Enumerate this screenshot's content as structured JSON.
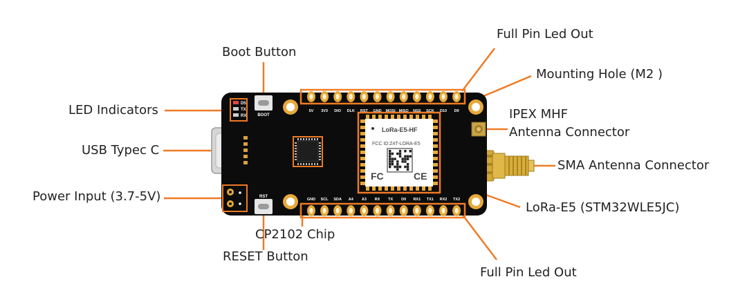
{
  "diagram": {
    "accent_color": "#f07a24",
    "board_color": "#0c0c0c",
    "labels": {
      "full_pin_top": "Full Pin Led Out",
      "boot_button": "Boot Button",
      "mounting_hole": "Mounting Hole (M2 )",
      "led_indicators": "LED Indicators",
      "ipex_line1": "IPEX MHF",
      "ipex_line2": "Antenna Connector",
      "usb_typec": "USB Typec C",
      "sma_connector": "SMA Antenna Connector",
      "power_input": "Power Input (3.7-5V)",
      "lora_module": "LoRa-E5 (STM32WLE5JC)",
      "cp2102_chip": "CP2102 Chip",
      "reset_button": "RESET Button",
      "full_pin_bottom": "Full Pin Led Out"
    },
    "board": {
      "led_labels": [
        "D5",
        "TX",
        "RX"
      ],
      "boot_silk": "BOOT",
      "rst_silk": "RST",
      "top_pins": [
        "5V",
        "3V3",
        "DIO",
        "DLK",
        "RST",
        "GND",
        "MOSI",
        "MISO",
        "NSS",
        "SCK",
        "D10",
        "D9"
      ],
      "bottom_pins": [
        "GND",
        "SCL",
        "SDA",
        "A4",
        "A3",
        "RX",
        "TX",
        "D0",
        "RX1",
        "TX1",
        "RX2",
        "TX2"
      ],
      "module_name": "LoRa-E5-HF",
      "module_fcc": "FCC ID:Z4T-LORA-E5",
      "module_fc_mark": "FC",
      "module_ce_mark": "CE"
    }
  }
}
